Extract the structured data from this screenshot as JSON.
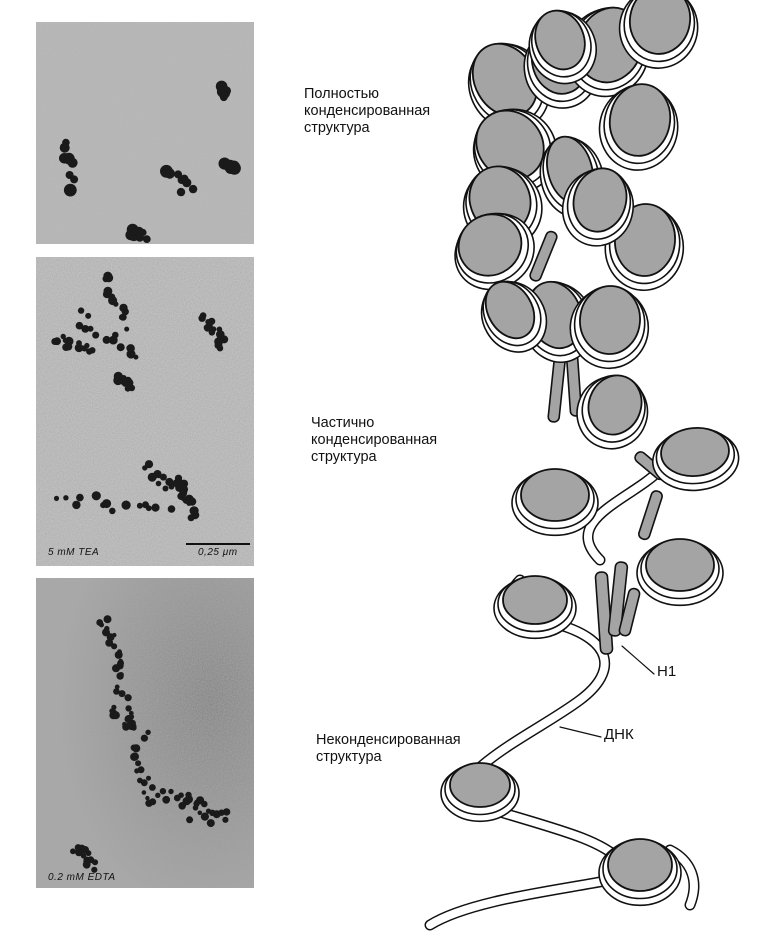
{
  "micrographs": [
    {
      "label": "",
      "scale_label": ""
    },
    {
      "label": "5 mM TEA",
      "scale_label": "0,25 μm"
    },
    {
      "label": "0.2 mM EDTA",
      "scale_label": ""
    }
  ],
  "captions": {
    "fully_condensed": [
      "Полностью",
      "конденсированная",
      "структура"
    ],
    "partially_condensed": [
      "Частично",
      "конденсированная",
      "структура"
    ],
    "uncondensed": [
      "Неконденсированная",
      "структура"
    ]
  },
  "labels": {
    "h1": "H1",
    "dna": "ДНК"
  },
  "colors": {
    "nucleosome_fill": "#a4a4a4",
    "outline": "#111111",
    "background": "#ffffff"
  }
}
